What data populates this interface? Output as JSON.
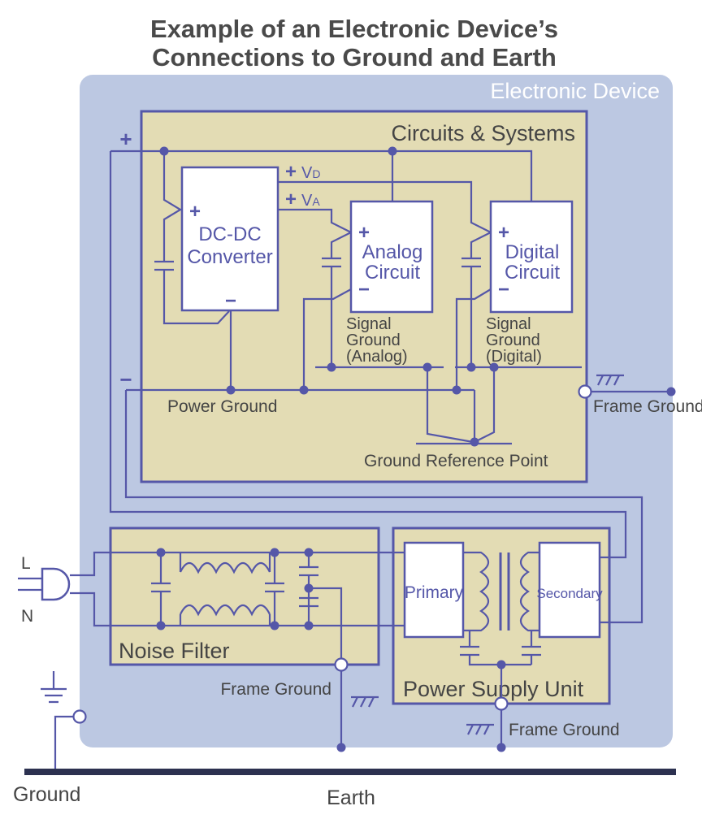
{
  "title": {
    "line1": "Example of an Electronic Device’s",
    "line2": "Connections to Ground and Earth"
  },
  "device": {
    "label": "Electronic Device"
  },
  "circuits_systems": {
    "title": "Circuits & Systems",
    "dcdc": {
      "line1": "DC-DC",
      "line2": "Converter"
    },
    "analog": {
      "line1": "Analog",
      "line2": "Circuit"
    },
    "digital": {
      "line1": "Digital",
      "line2": "Circuit"
    },
    "vd": {
      "v": "V",
      "sub": "D"
    },
    "va": {
      "v": "V",
      "sub": "A"
    },
    "signal_ground_analog": {
      "line1": "Signal",
      "line2": "Ground",
      "line3": "(Analog)"
    },
    "signal_ground_digital": {
      "line1": "Signal",
      "line2": "Ground",
      "line3": "(Digital)"
    },
    "power_ground": "Power Ground",
    "ground_reference_point": "Ground Reference Point"
  },
  "signs": {
    "plus": "+",
    "minus": "−"
  },
  "noise_filter": {
    "title": "Noise Filter"
  },
  "psu": {
    "title": "Power Supply Unit",
    "primary": "Primary",
    "secondary": "Secondary"
  },
  "labels": {
    "frame_ground_right": "Frame Ground",
    "frame_ground_filter": "Frame Ground",
    "frame_ground_psu": "Frame Ground",
    "plug_l": "L",
    "plug_n": "N",
    "ground": "Ground",
    "earth": "Earth"
  },
  "colors": {
    "device_bg": "#bcc8e2",
    "box_fill": "#e3dcb4",
    "box_border": "#5557a8",
    "wire": "#5557a8",
    "earth_bar": "#2c3150"
  }
}
